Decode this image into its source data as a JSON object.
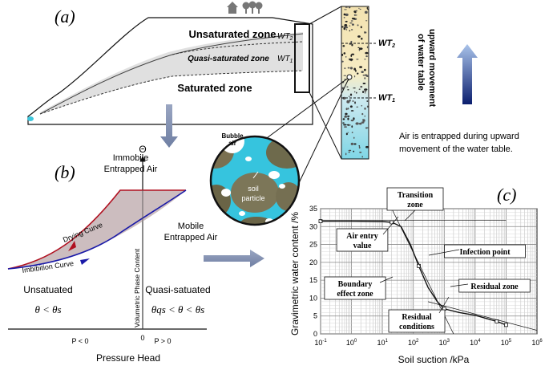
{
  "panel_a": {
    "label": "(a)",
    "unsaturated_zone": "Unsaturated zone",
    "quasi_saturated_zone": "Quasi-saturated zone",
    "saturated_zone": "Saturated zone",
    "wt2_prefix": "WT",
    "wt2_sub": "2",
    "wt1_prefix": "WT",
    "wt1_sub": "1",
    "column_wt2_prefix": "WT",
    "column_wt2_sub": "2",
    "column_wt1_prefix": "WT",
    "column_wt1_sub": "1",
    "upward_line1": "upward movement",
    "upward_line2": "of water table",
    "note_line1": "Air is entrapped during upward",
    "note_line2": "movement of the water table.",
    "zoom_bubble": "Bubble",
    "zoom_air": "air",
    "zoom_soil": "soil",
    "zoom_particle": "particle"
  },
  "panel_b": {
    "label": "(b)",
    "theta_axis": "Θ",
    "y_axis_label": "Volumetric Phase Content",
    "immobile_line1": "Immobile",
    "immobile_line2": "Entrapped Air",
    "mobile_line1": "Mobile",
    "mobile_line2": "Entrapped Air",
    "drying_curve": "Drying Curve",
    "imbibition_curve": "Imbibition Curve",
    "unsaturated": "Unsatuated",
    "unsat_condition": "θ < θs",
    "quasi_saturated": "Quasi-satuated",
    "quasi_condition": "θqs < θ < θs",
    "zero": "0",
    "p_negative": "P < 0",
    "p_positive": "P > 0",
    "x_axis_label": "Pressure Head"
  },
  "panel_c": {
    "label": "(c)",
    "y_axis_label": "Gravimetric water content /%",
    "x_axis_label": "Soil suction /kPa",
    "y_ticks": [
      "0",
      "5",
      "10",
      "15",
      "20",
      "25",
      "30",
      "35"
    ],
    "x_tick_base": "10",
    "x_tick_exps": [
      "-1",
      "0",
      "1",
      "2",
      "3",
      "4",
      "5",
      "6"
    ],
    "ann_transition_1": "Transition",
    "ann_transition_2": "zone",
    "ann_air_entry_1": "Air entry",
    "ann_air_entry_2": "value",
    "ann_inflection": "Infection point",
    "ann_boundary_1": "Boundary",
    "ann_boundary_2": "effect zone",
    "ann_residual_zone": "Residual zone",
    "ann_residual_cond_1": "Residual",
    "ann_residual_cond_2": "conditions"
  },
  "chart_data": {
    "type": "line",
    "xlabel": "Soil suction /kPa",
    "ylabel": "Gravimetric water content /%",
    "x_scale": "log",
    "xlim": [
      0.1,
      1000000
    ],
    "ylim": [
      0,
      35
    ],
    "series": [
      {
        "x": [
          0.1,
          1,
          10,
          20,
          40,
          80,
          150,
          300,
          600,
          1000,
          3000,
          10000,
          50000,
          100000
        ],
        "values": [
          31.5,
          31.5,
          31.4,
          31.2,
          30,
          25,
          19,
          13,
          9,
          7,
          6,
          5.2,
          3.5,
          2.5
        ]
      }
    ],
    "grid": true
  }
}
